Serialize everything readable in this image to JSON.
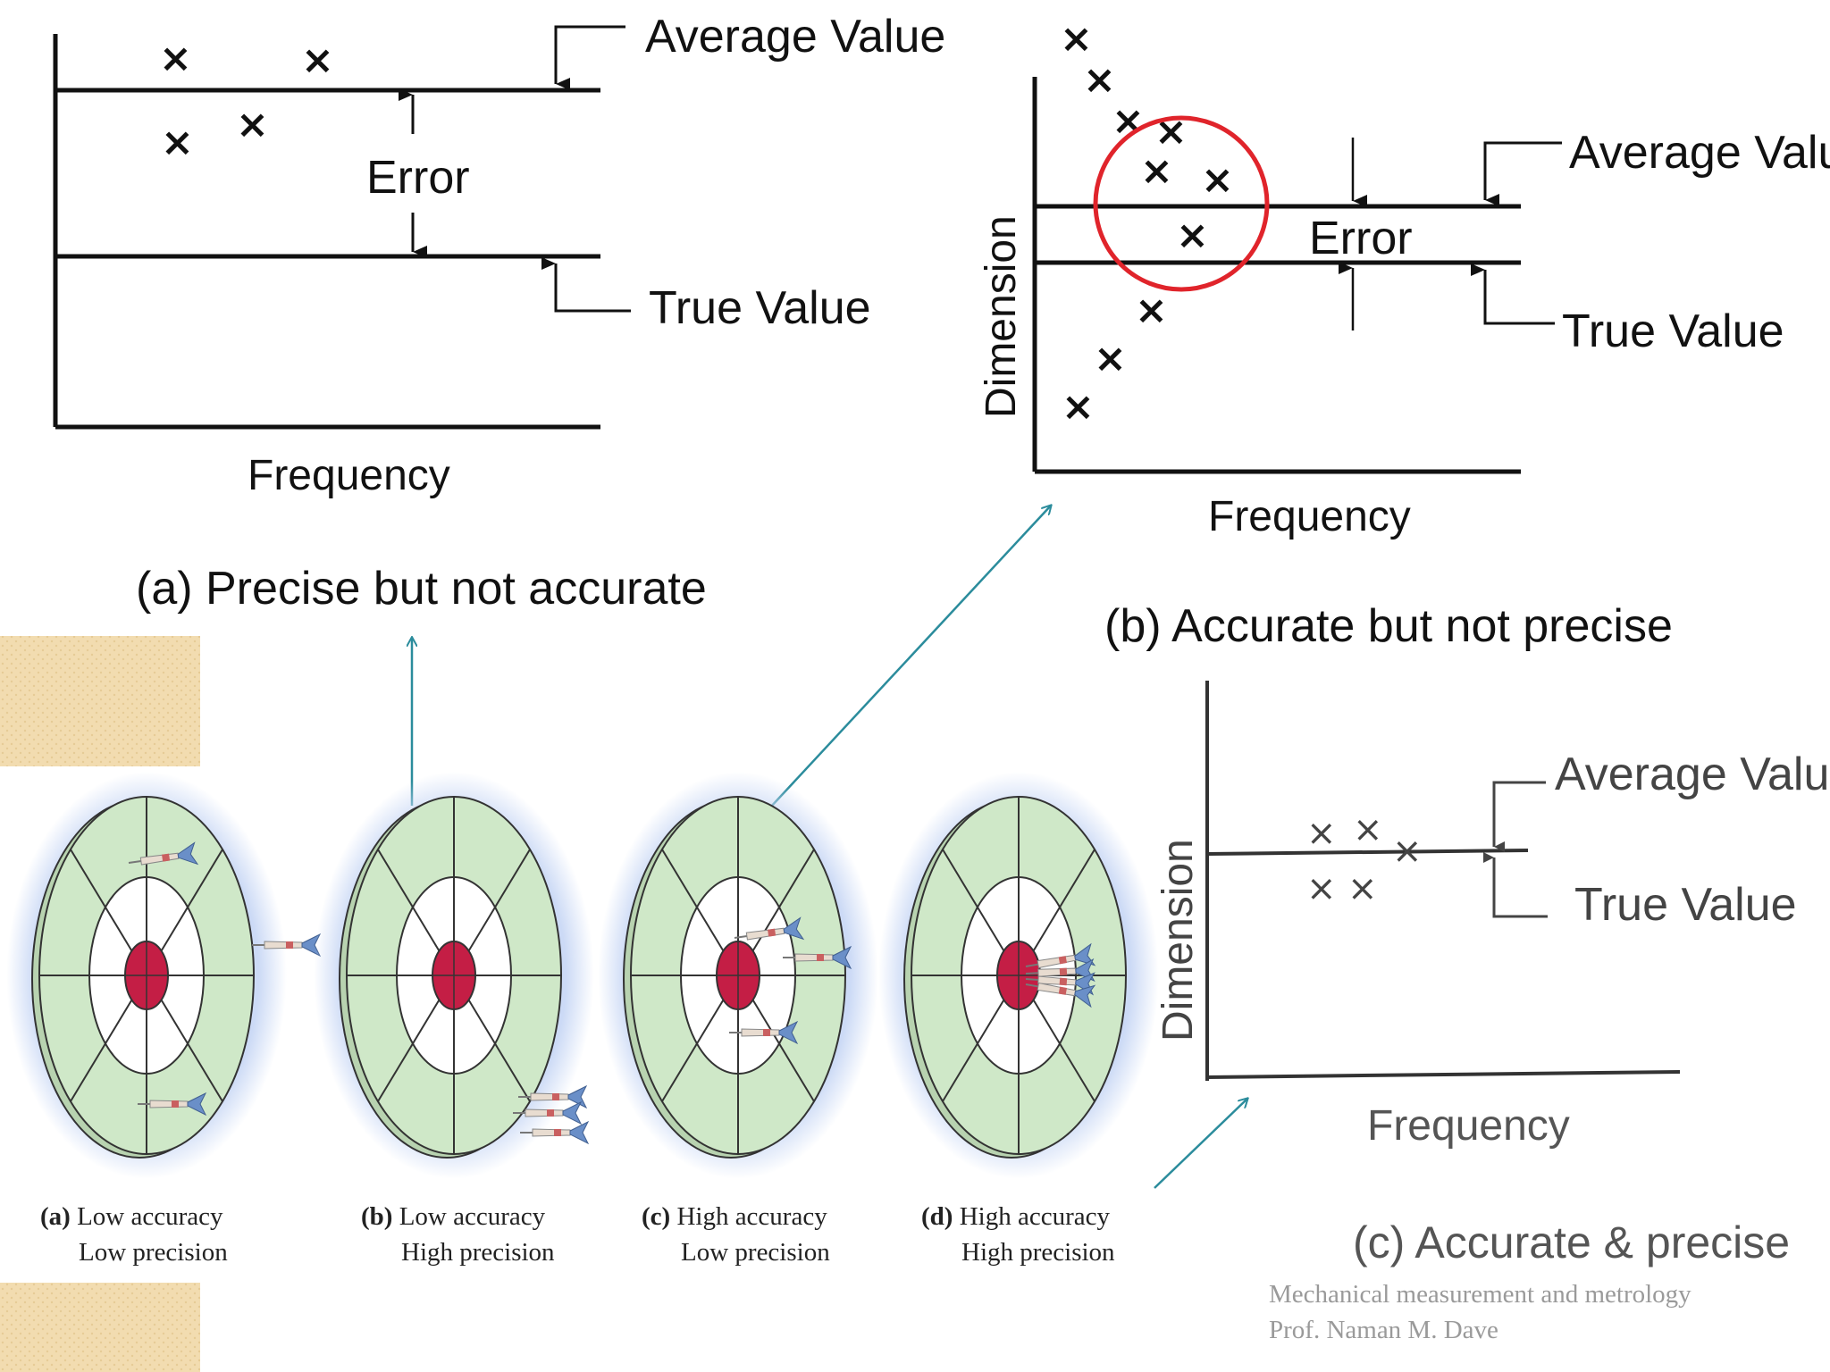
{
  "diagram_a": {
    "average_value_label": "Average Value",
    "error_label": "Error",
    "true_value_label": "True Value",
    "x_axis_label": "Frequency",
    "caption": "(a) Precise but not accurate"
  },
  "diagram_b": {
    "y_axis_label": "Dimension",
    "average_value_label": "Average Value",
    "error_label": "Error",
    "true_value_label": "True Value",
    "x_axis_label": "Frequency",
    "caption": "(b) Accurate but not precise"
  },
  "diagram_c": {
    "y_axis_label": "Dimension",
    "average_value_label": "Average Value",
    "true_value_label": "True Value",
    "x_axis_label": "Frequency",
    "caption": "(c) Accurate & precise"
  },
  "dartboards": [
    {
      "letter": "(a)",
      "accuracy": "Low accuracy",
      "precision": "Low precision"
    },
    {
      "letter": "(b)",
      "accuracy": "Low accuracy",
      "precision": "High precision"
    },
    {
      "letter": "(c)",
      "accuracy": "High accuracy",
      "precision": "Low precision"
    },
    {
      "letter": "(d)",
      "accuracy": "High accuracy",
      "precision": "High precision"
    }
  ],
  "credit": {
    "line1": "Mechanical measurement and metrology",
    "line2": "Prof. Naman M. Dave"
  },
  "colors": {
    "board_green": "#cfe8c8",
    "bull_red": "#c41e45",
    "arrow_teal": "#2b8c9c",
    "highlight_circle": "#e0242b",
    "tan_block": "#f2dcb0",
    "glow_blue": "#c9d8f5"
  }
}
